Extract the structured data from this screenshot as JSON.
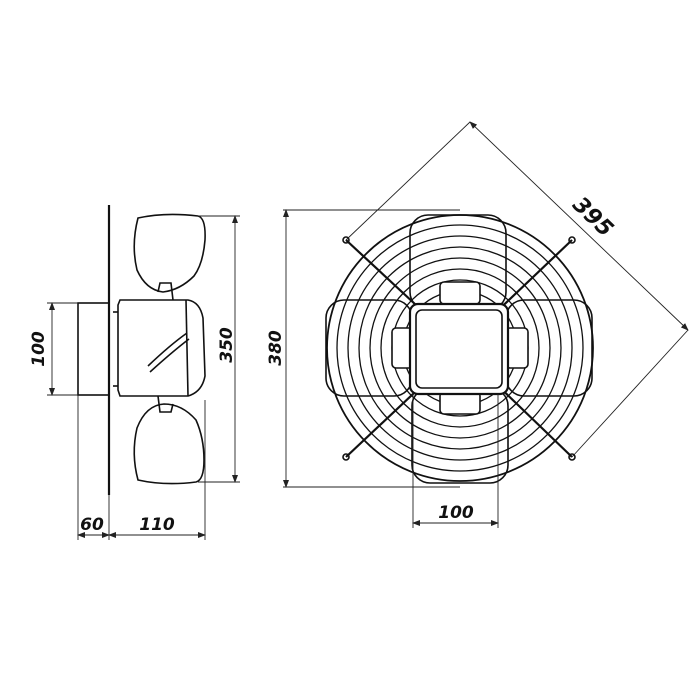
{
  "side_view": {
    "dimensions": {
      "flange_height": "100",
      "overall_height": "350",
      "flange_depth": "60",
      "motor_depth": "110"
    }
  },
  "front_view": {
    "dimensions": {
      "guard_height": "380",
      "diagonal": "395",
      "motor_width": "100"
    }
  },
  "colors": {
    "ink": "#111111",
    "background": "#ffffff"
  }
}
